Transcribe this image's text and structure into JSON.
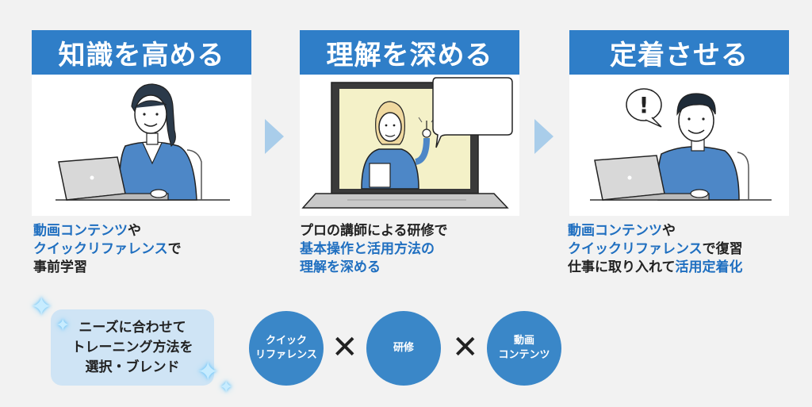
{
  "panels": [
    {
      "title": "知識を高める"
    },
    {
      "title": "理解を深める"
    },
    {
      "title": "定着させる"
    }
  ],
  "descriptions": {
    "d1": {
      "l1a": "動画コンテンツ",
      "l1b": "や",
      "l2a": "クイックリファレンス",
      "l2b": "で",
      "l3": "事前学習"
    },
    "d2": {
      "l1": "プロの講師による研修で",
      "l2": "基本操作と活用方法の",
      "l3": "理解を深める"
    },
    "d3": {
      "l1a": "動画コンテンツ",
      "l1b": "や",
      "l2a": "クイックリファレンス",
      "l2b": "で復習",
      "l3a": "仕事に取り入れて",
      "l3b": "活用定着化"
    }
  },
  "note": {
    "l1": "ニーズに合わせて",
    "l2": "トレーニング方法を",
    "l3": "選択・ブレンド"
  },
  "circles": [
    {
      "l1": "クイック",
      "l2": "リファレンス"
    },
    {
      "l1": "研修",
      "l2": ""
    },
    {
      "l1": "動画",
      "l2": "コンテンツ"
    }
  ],
  "times_symbol": "✕",
  "bubble_mark": "!",
  "colors": {
    "accent": "#2f7ec8",
    "arrow": "#a9cdea",
    "circle": "#3a87c8",
    "note_bg": "#cfe4f5"
  }
}
